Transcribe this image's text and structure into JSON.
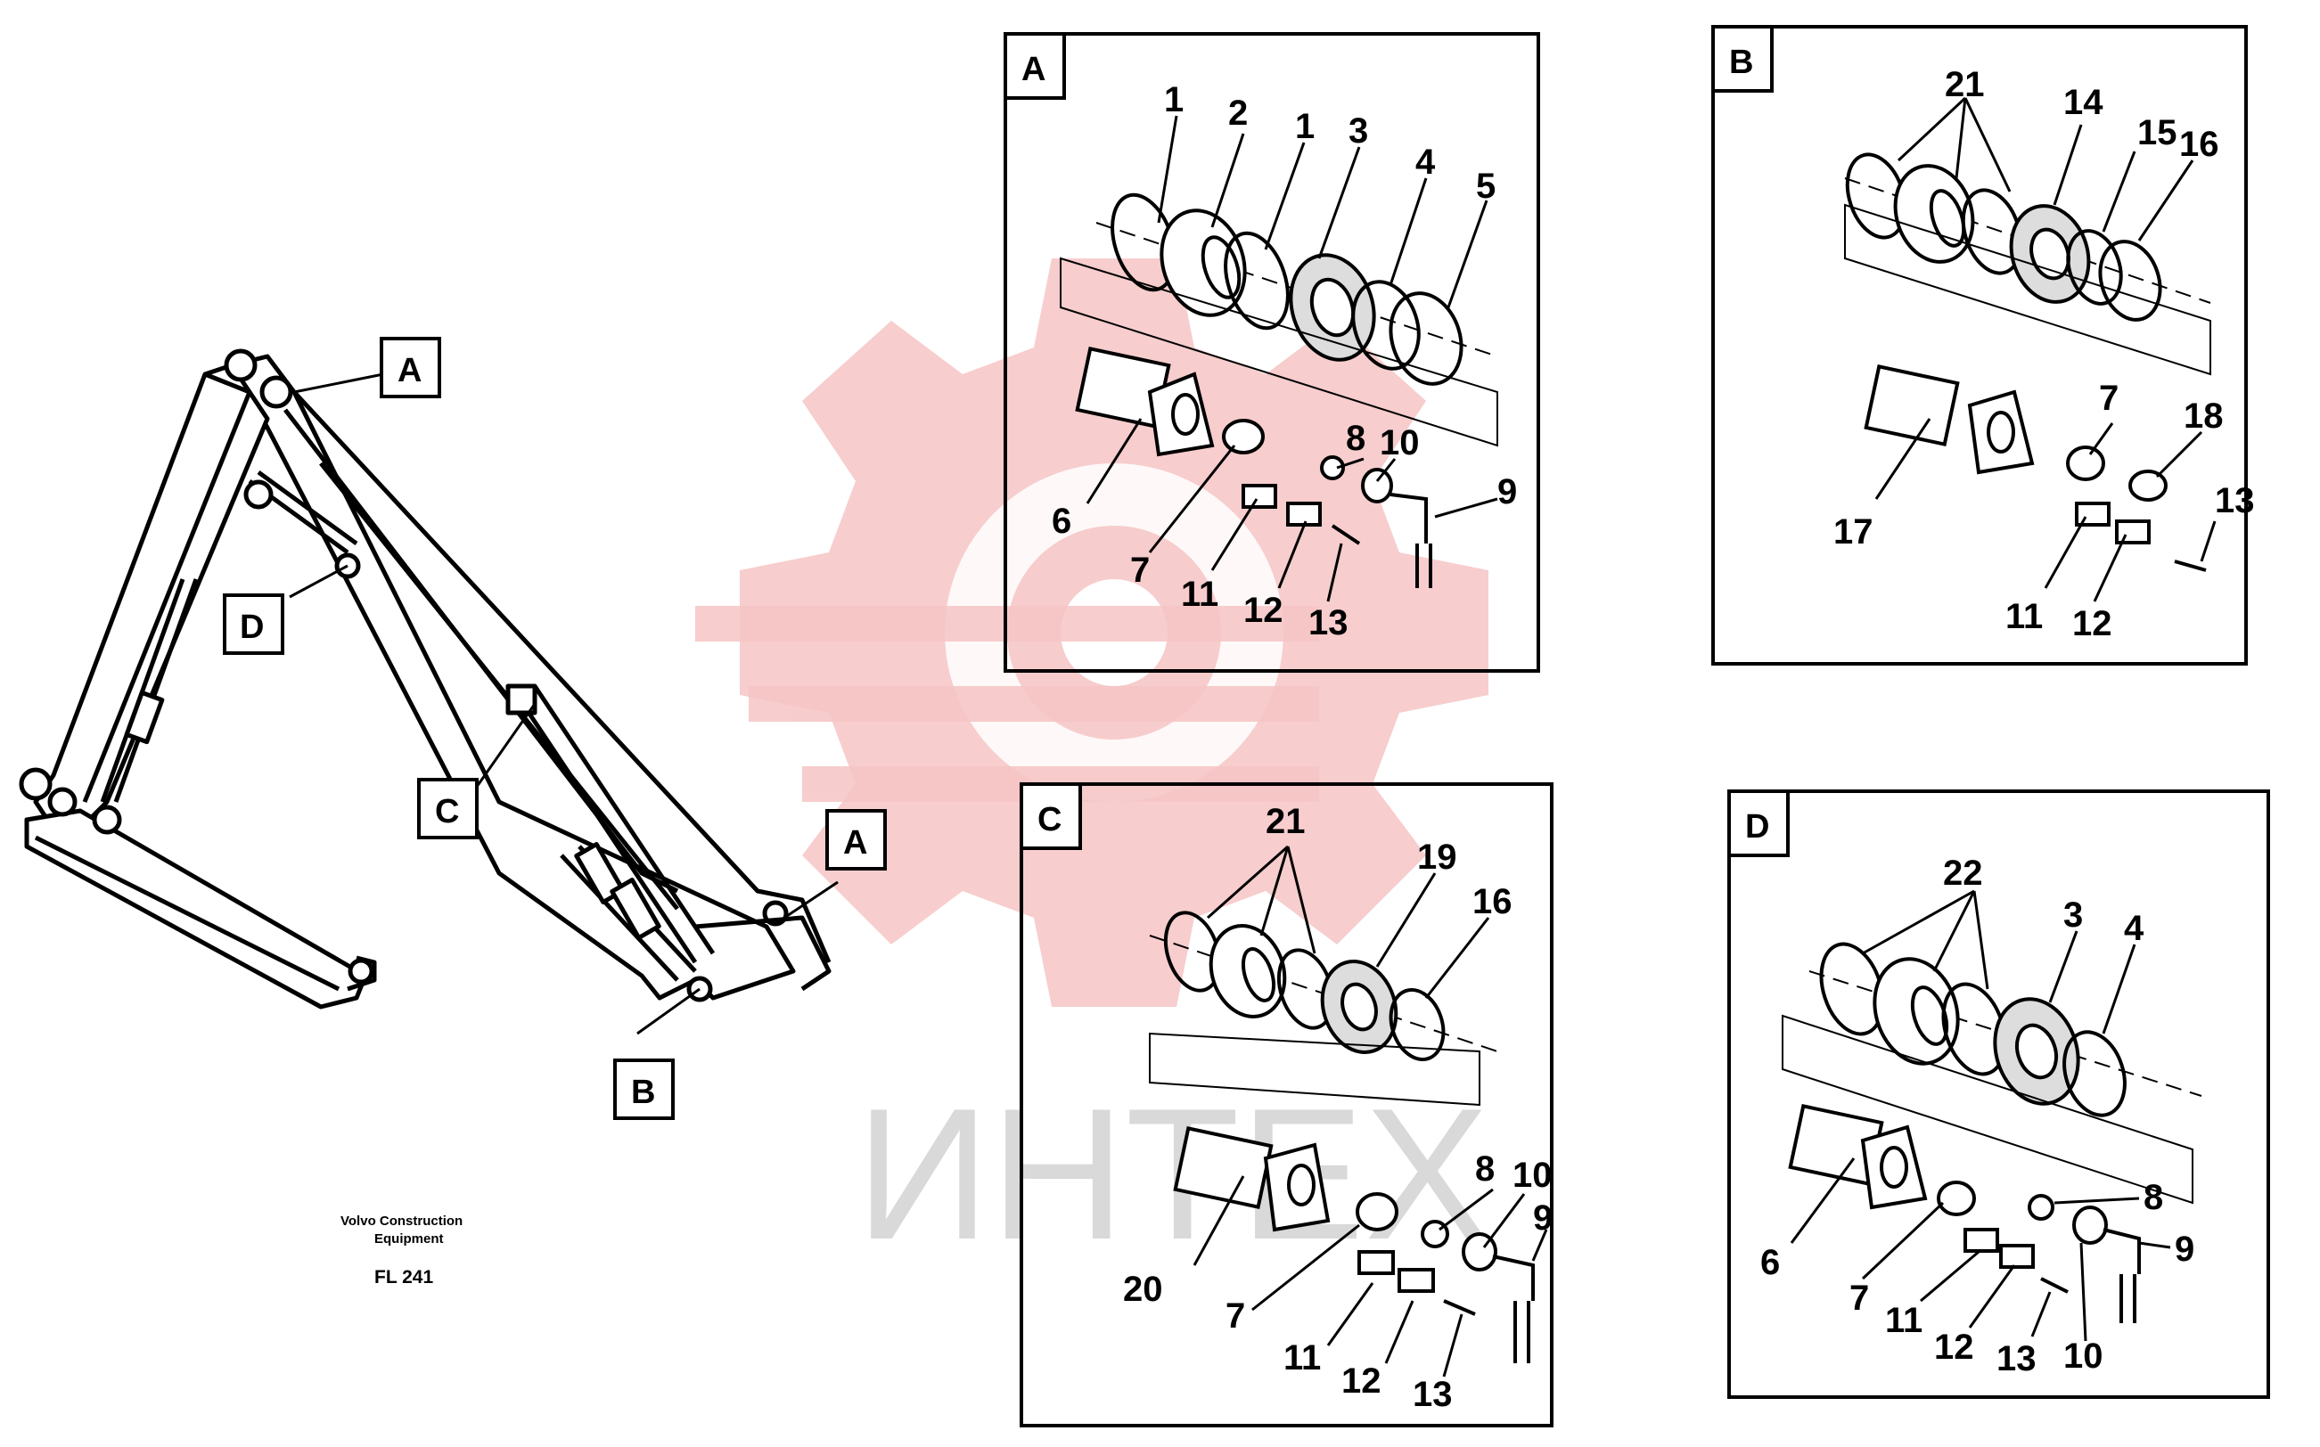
{
  "watermark": {
    "text": "ИНТЕХ",
    "gear_color": "#f3b7b7",
    "text_color": "#d9d9d9"
  },
  "overview": {
    "callouts": [
      "A",
      "A",
      "B",
      "C",
      "D"
    ],
    "caption_line1": "Volvo Construction",
    "caption_line2": "Equipment",
    "code": "FL 241"
  },
  "panels": {
    "A": {
      "title": "A",
      "numbers": [
        "1",
        "2",
        "1",
        "3",
        "4",
        "5",
        "6",
        "7",
        "8",
        "10",
        "9",
        "11",
        "12",
        "13"
      ]
    },
    "B": {
      "title": "B",
      "numbers": [
        "21",
        "14",
        "15",
        "16",
        "17",
        "7",
        "18",
        "13",
        "11",
        "12"
      ]
    },
    "C": {
      "title": "C",
      "numbers": [
        "21",
        "19",
        "16",
        "20",
        "8",
        "10",
        "9",
        "7",
        "11",
        "12",
        "13"
      ]
    },
    "D": {
      "title": "D",
      "numbers": [
        "22",
        "3",
        "4",
        "6",
        "8",
        "9",
        "7",
        "11",
        "12",
        "13",
        "10"
      ]
    }
  }
}
